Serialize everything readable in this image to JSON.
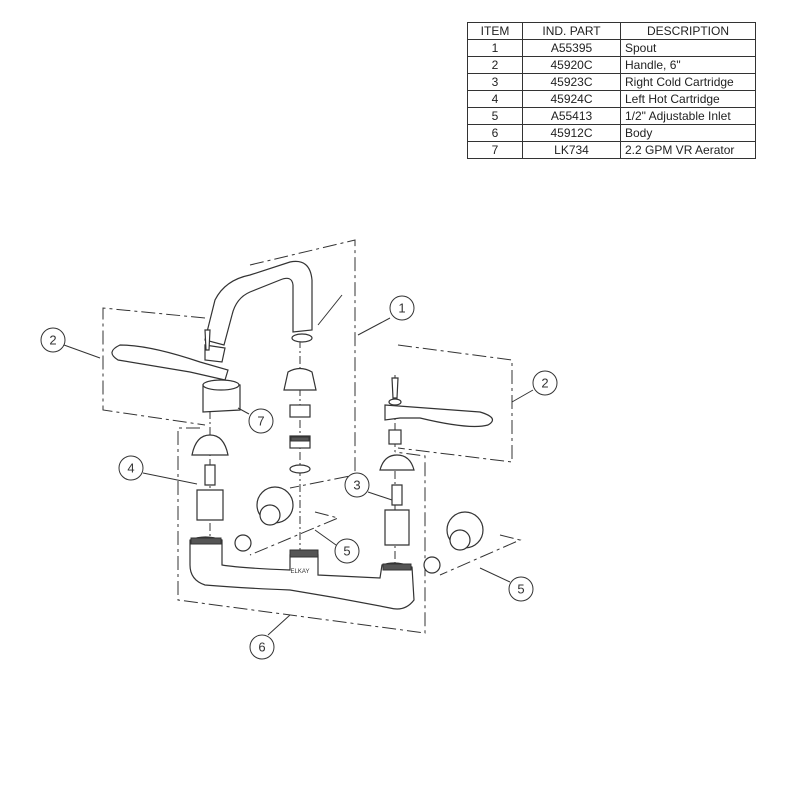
{
  "parts_table": {
    "headers": [
      "ITEM",
      "IND. PART",
      "DESCRIPTION"
    ],
    "rows": [
      {
        "item": "1",
        "part": "A55395",
        "description": "Spout"
      },
      {
        "item": "2",
        "part": "45920C",
        "description": "Handle, 6\""
      },
      {
        "item": "3",
        "part": "45923C",
        "description": "Right Cold Cartridge"
      },
      {
        "item": "4",
        "part": "45924C",
        "description": "Left Hot Cartridge"
      },
      {
        "item": "5",
        "part": "A55413",
        "description": "1/2\" Adjustable Inlet"
      },
      {
        "item": "6",
        "part": "45912C",
        "description": "Body"
      },
      {
        "item": "7",
        "part": "LK734",
        "description": "2.2 GPM VR Aerator"
      }
    ]
  },
  "callouts": {
    "spout": "1",
    "handle_left": "2",
    "handle_right": "2",
    "aerator": "7",
    "hot_cartridge": "4",
    "cold_cartridge": "3",
    "inlet_left": "5",
    "inlet_right": "5",
    "body": "6"
  },
  "body_stamp": "ELKAY"
}
